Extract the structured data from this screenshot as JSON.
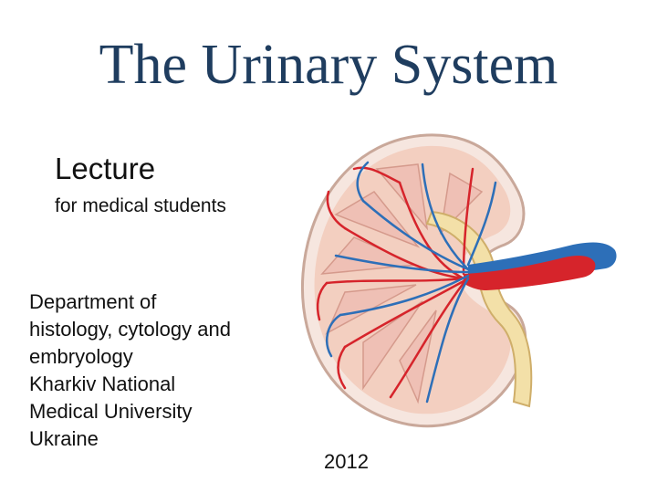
{
  "slide": {
    "title": "The Urinary System",
    "lecture": "Lecture",
    "subtitle": "for medical students",
    "department_lines": [
      "Department of",
      "histology, cytology and",
      "embryology",
      "Kharkiv National",
      "Medical University",
      "Ukraine"
    ],
    "year": "2012"
  },
  "colors": {
    "title": "#1f3d5f",
    "artery": "#d6242b",
    "vein": "#2d6fb8",
    "cortex": "#f3cfc0",
    "pelvis": "#f3e0a8"
  },
  "illustration": "kidney-cross-section"
}
